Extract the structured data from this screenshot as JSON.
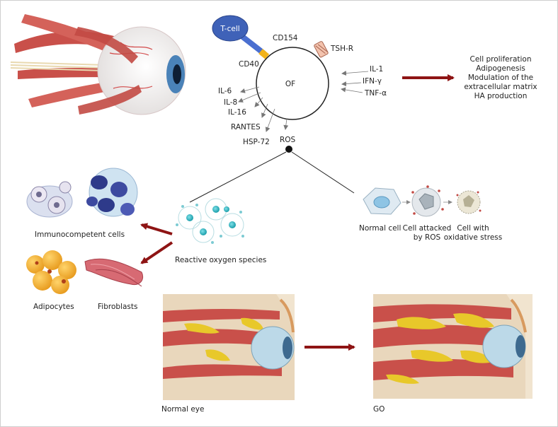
{
  "receptor_labels": {
    "tcell": "T-cell",
    "cd154": "CD154",
    "cd40": "CD40",
    "tshr": "TSH-R",
    "of": "OF",
    "ros": "ROS"
  },
  "inputs": [
    "IL-1",
    "IFN-γ",
    "TNF-α"
  ],
  "outputs": [
    "IL-6",
    "IL-8",
    "IL-16",
    "RANTES",
    "HSP-72"
  ],
  "effects": [
    "Cell proliferation",
    "Adipogenesis",
    "Modulation of the",
    "extracellular matrix",
    "HA production"
  ],
  "left_panel": {
    "immuno": "Immunocompetent cells",
    "adipocytes": "Adipocytes",
    "fibroblasts": "Fibroblasts",
    "ros_species": "Reactive oxygen species"
  },
  "cell_stages": {
    "normal": "Normal cell",
    "attacked_1": "Cell attacked",
    "attacked_2": "by ROS",
    "stress_1": "Cell with",
    "stress_2": "oxidative stress"
  },
  "bottom": {
    "normal_eye": "Normal eye",
    "go": "GO"
  },
  "colors": {
    "tcell": "#3f62b8",
    "stalk": "#4a6fd0",
    "cd40": "#f2b31a",
    "tshr": "#f3c3ae",
    "arrow_red": "#8e1414",
    "muscle": "#c9504a",
    "fat": "#e8c82a",
    "globe": "#bcd9e8"
  }
}
